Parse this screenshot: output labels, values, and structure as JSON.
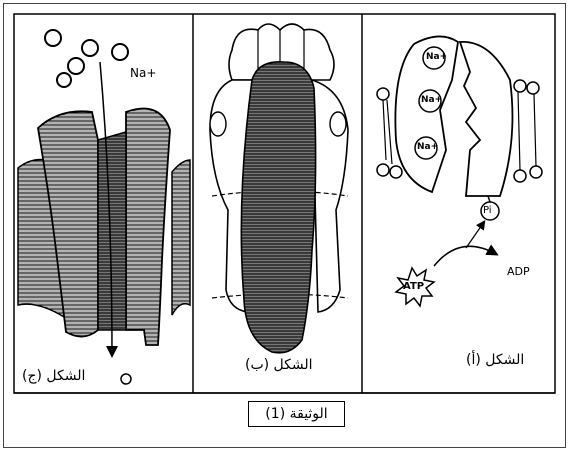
{
  "document": {
    "caption": "الوثيقة (1)"
  },
  "panels": [
    {
      "id": "j",
      "label": "الشكل (ج)",
      "ion": "Na+"
    },
    {
      "id": "b",
      "label": "الشكل (ب)"
    },
    {
      "id": "a",
      "label": "الشكل (أ)",
      "ions": [
        "Na+",
        "Na+",
        "Na+"
      ],
      "pi": "Pi",
      "atp": "ATP",
      "adp": "ADP"
    }
  ]
}
